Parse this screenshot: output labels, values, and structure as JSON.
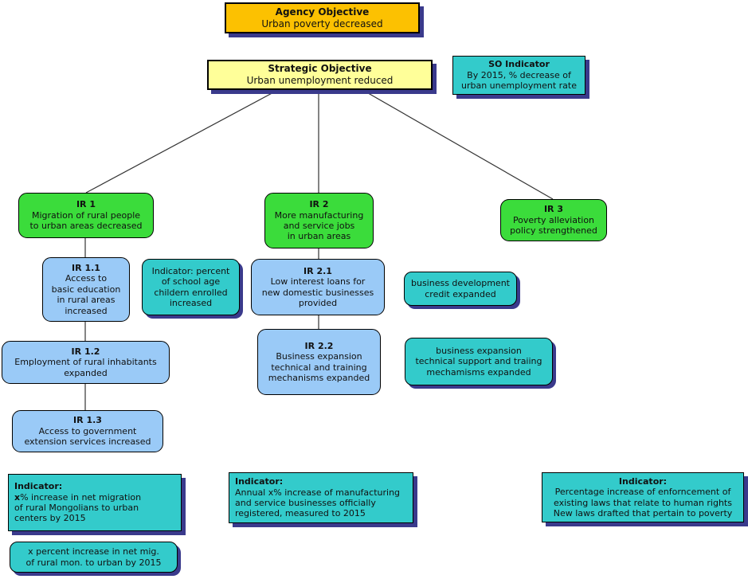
{
  "colors": {
    "gold": "#FCC101",
    "yellow": "#FFFF99",
    "teal": "#33CBCB",
    "green": "#3BDC3B",
    "blue": "#9ACAF7",
    "shadow": "#3A3A8C",
    "line": "#333333"
  },
  "nodes": {
    "agency": {
      "title": "Agency Objective",
      "body": "Urban poverty decreased"
    },
    "strategic": {
      "title": "Strategic Objective",
      "body": "Urban unemployment reduced"
    },
    "so_indicator": {
      "title": "SO Indicator",
      "body": "By 2015, % decrease of\nurban unemployment rate"
    },
    "ir1": {
      "title": "IR 1",
      "body": "Migration of rural people\nto urban areas decreased"
    },
    "ir2": {
      "title": "IR 2",
      "body": "More manufacturing\nand service jobs\nin urban areas"
    },
    "ir3": {
      "title": "IR 3",
      "body": "Poverty alleviation\npolicy strengthened"
    },
    "ir11": {
      "title": "IR 1.1",
      "body": "Access to\nbasic education\nin rural areas\nincreased"
    },
    "ind_school": {
      "body": "Indicator: percent\nof school age\nchildern enrolled\nincreased"
    },
    "ir21": {
      "title": "IR 2.1",
      "body": "Low interest loans for\nnew domestic businesses\nprovided"
    },
    "biz_credit": {
      "body": "business development\ncredit expanded"
    },
    "ir12": {
      "title": "IR 1.2",
      "body": "Employment of rural inhabitants\nexpanded"
    },
    "ir22": {
      "title": "IR 2.2",
      "body": "Business expansion\ntechnical and training\nmechanisms expanded"
    },
    "biz_expansion": {
      "body": "business expansion\ntechnical support and traiing\nmechamisms expanded"
    },
    "ir13": {
      "title": "IR 1.3",
      "body": "Access to government\nextension services increased"
    },
    "ind_migration": {
      "title": "Indicator:",
      "x_prefix": "x",
      "x_line_rest": "% increase in net migration",
      "body": "of rural Mongolians to urban\ncenters by 2015"
    },
    "mig_note": {
      "body": "x percent increase in net mig.\nof rural mon. to urban by 2015"
    },
    "ind_manufacturing": {
      "title": "Indicator:",
      "body": "Annual x% increase of manufacturing\nand service businesses officially\nregistered, measured to 2015"
    },
    "ind_laws": {
      "title": "Indicator:",
      "body": "Percentage increase of enforncement of\nexisting laws that relate to human rights\nNew laws drafted that pertain to poverty"
    }
  }
}
